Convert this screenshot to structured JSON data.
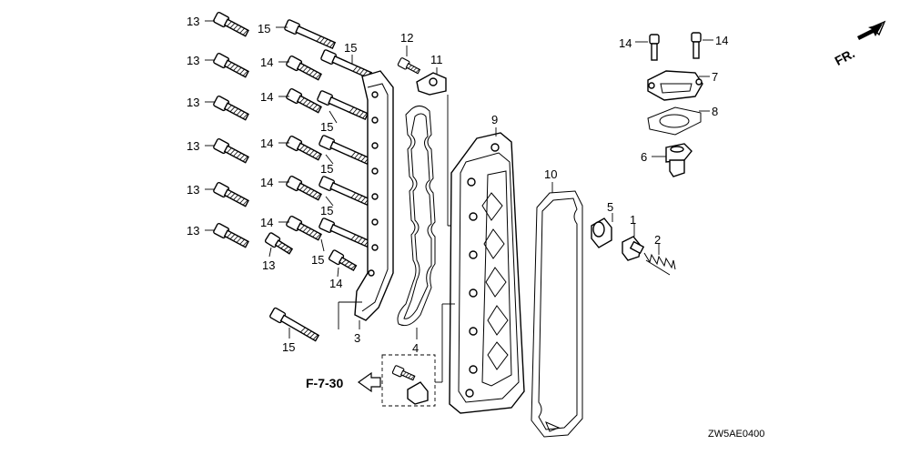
{
  "diagram": {
    "direction_label": "FR.",
    "reference_label": "F-7-30",
    "drawing_code": "ZW5AE0400",
    "callouts": {
      "c1": "1",
      "c2": "2",
      "c3": "3",
      "c4": "4",
      "c5": "5",
      "c6": "6",
      "c7": "7",
      "c8": "8",
      "c9": "9",
      "c10": "10",
      "c11": "11",
      "c12": "12",
      "c13": "13",
      "c14": "14",
      "c15": "15"
    },
    "icons": [
      "front-direction-arrow-icon",
      "reference-arrow-icon"
    ]
  }
}
